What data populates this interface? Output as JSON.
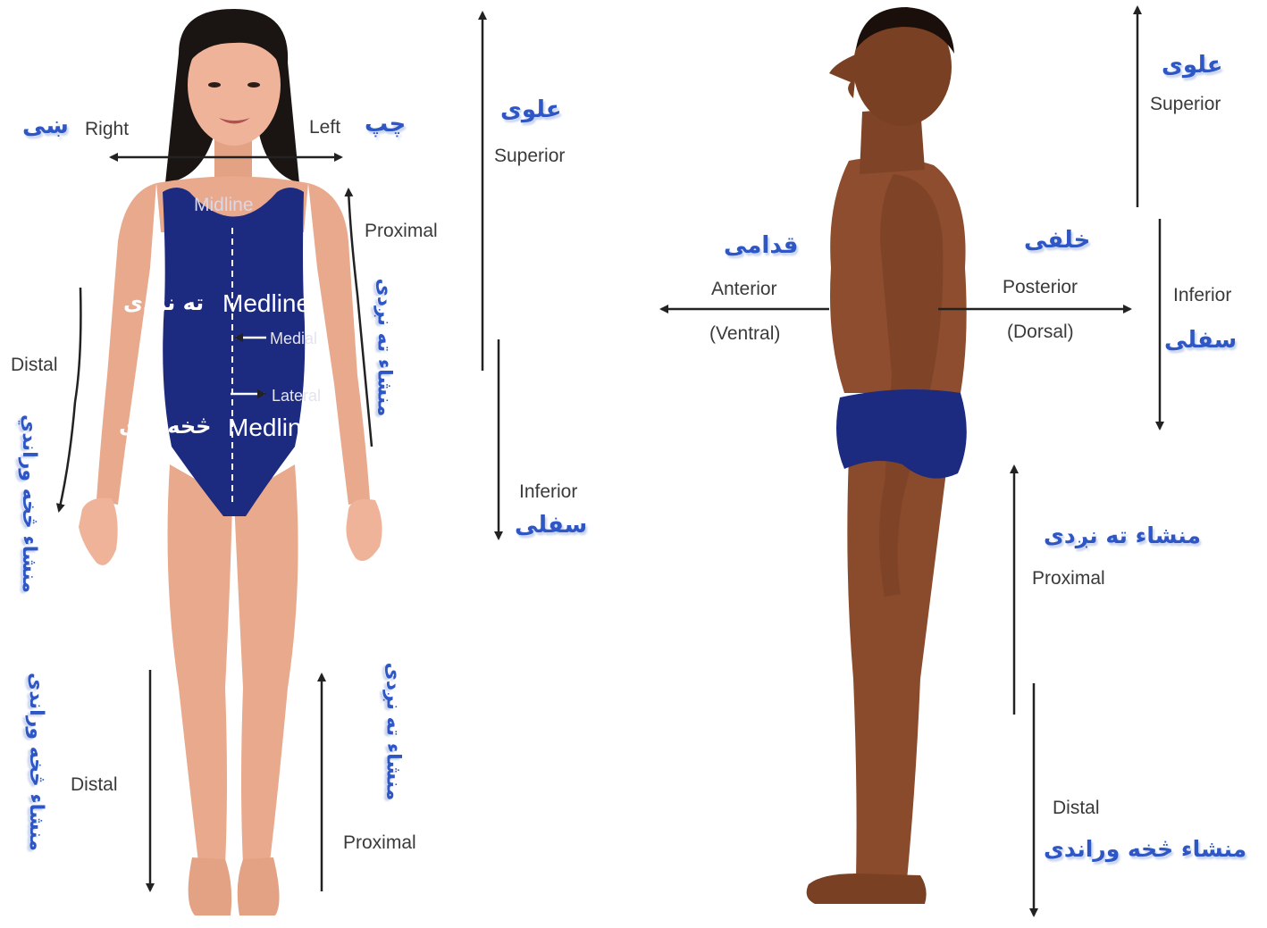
{
  "colors": {
    "arrow": "#222222",
    "english_text": "#3a3a3a",
    "pashto_text": "#2e56c4",
    "swimsuit": "#1c2a80",
    "skin_light": "#e8a98d",
    "skin_dark": "#8a4a2c"
  },
  "front_figure": {
    "right": {
      "en": "Right",
      "ps": "ښی"
    },
    "left": {
      "en": "Left",
      "ps": "چپ"
    },
    "midline": "Midline",
    "medline_upper": {
      "en": "Medline",
      "ps": "ته نژدی"
    },
    "medline_lower": {
      "en": "Medline",
      "ps": "څخه لری"
    },
    "medial": "Medial",
    "lateral": "Lateral",
    "superior": {
      "en": "Superior",
      "ps": "علوی"
    },
    "inferior": {
      "en": "Inferior",
      "ps": "سفلی"
    },
    "proximal_arm": {
      "en": "Proximal",
      "ps": "منشاء ته نږدی"
    },
    "distal_arm": {
      "en": "Distal",
      "ps": "منشاء څخه وراندي"
    },
    "distal_leg": {
      "en": "Distal",
      "ps": "منشاء څخه وراندی"
    },
    "proximal_leg": {
      "en": "Proximal",
      "ps": "منشاء ته نږدی"
    }
  },
  "side_figure": {
    "superior": {
      "en": "Superior",
      "ps": "علوی"
    },
    "inferior": {
      "en": "Inferior",
      "ps": "سفلی"
    },
    "anterior": {
      "en": "Anterior",
      "alt": "(Ventral)",
      "ps": "قدامی"
    },
    "posterior": {
      "en": "Posterior",
      "alt": "(Dorsal)",
      "ps": "خلفی"
    },
    "proximal": {
      "en": "Proximal",
      "ps": "منشاء ته نږدی"
    },
    "distal": {
      "en": "Distal",
      "ps": "منشاء څخه وراندی"
    }
  }
}
